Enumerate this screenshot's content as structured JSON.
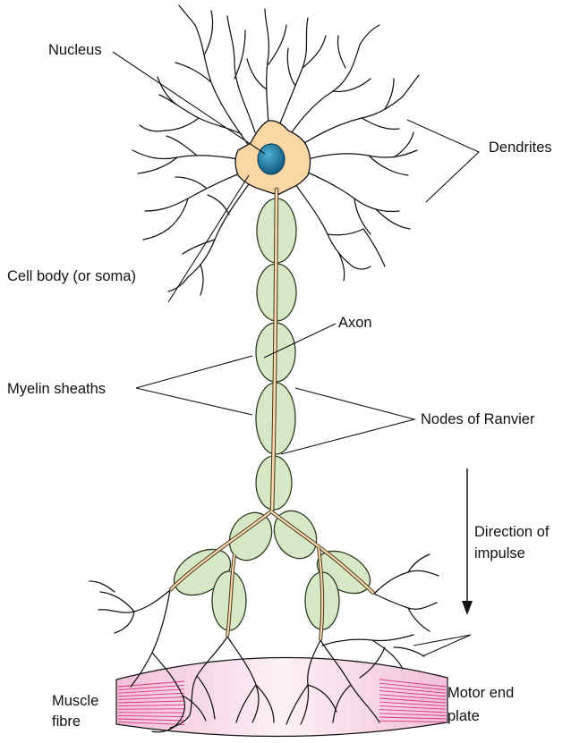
{
  "labels": {
    "nucleus": "Nucleus",
    "dendrites": "Dendrites",
    "cell_body": "Cell body (or soma)",
    "axon": "Axon",
    "myelin_sheaths": "Myelin sheaths",
    "nodes_of_ranvier": "Nodes of Ranvier",
    "direction_line1": "Direction of",
    "direction_line2": "impulse",
    "muscle_line1": "Muscle",
    "muscle_line2": "fibre",
    "motor_line1": "Motor end",
    "motor_line2": "plate"
  },
  "colors": {
    "soma_fill": "#fcd7a6",
    "nucleus_fill": "#1f7fa6",
    "myelin_fill": "#d7e8c6",
    "myelin_stroke": "#2d3b22",
    "axon_fill": "#f7dcb6",
    "muscle_fill": "#f7d1e4",
    "muscle_lines": "#d9327f",
    "line_color": "#111111"
  }
}
